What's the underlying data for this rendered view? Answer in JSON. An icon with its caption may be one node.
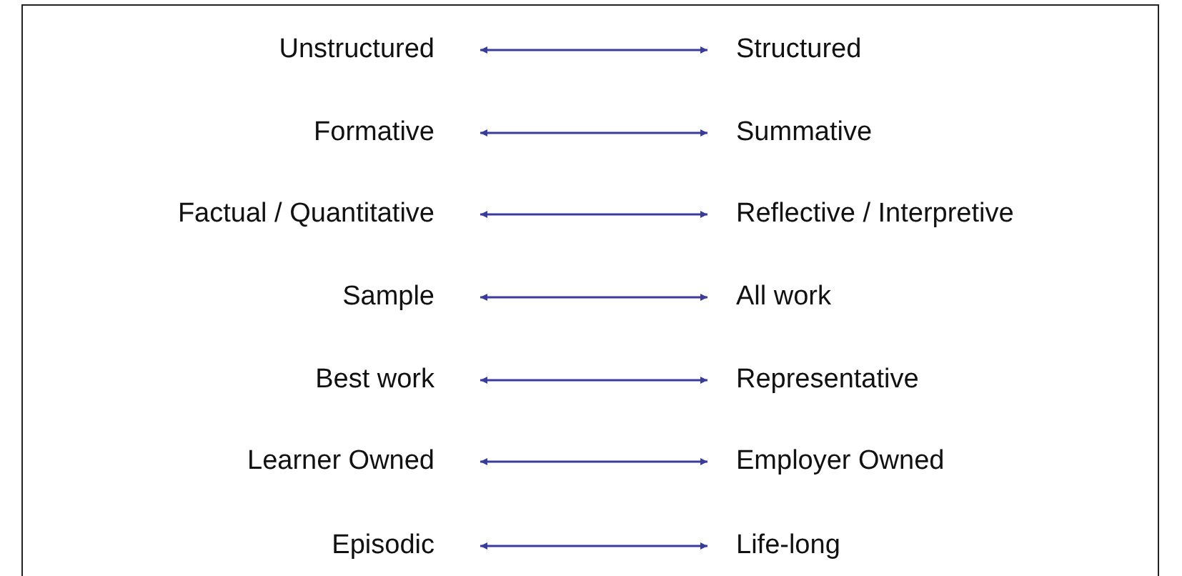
{
  "diagram": {
    "nodes": [
      {
        "text": [
          "Unstructured"
        ]
      },
      {
        "text": [
          "Structured"
        ]
      },
      {
        "text": [
          "Formative"
        ]
      },
      {
        "text": [
          "Summative"
        ]
      },
      {
        "text": [
          "Factual / Quantitative"
        ]
      },
      {
        "text": [
          "Reflective / Interpretive"
        ]
      },
      {
        "text": [
          "Sample"
        ]
      },
      {
        "text": [
          "All work"
        ]
      },
      {
        "text": [
          "Best work"
        ]
      },
      {
        "text": [
          "Representative"
        ]
      },
      {
        "text": [
          "Learner Owned"
        ]
      },
      {
        "text": [
          "Employer Owned"
        ]
      },
      {
        "text": [
          "Episodic"
        ]
      },
      {
        "text": [
          "Life-long"
        ]
      }
    ],
    "edges": [
      {
        "from": 0,
        "to": 1,
        "arrow": "both"
      },
      {
        "from": 2,
        "to": 3,
        "arrow": "both"
      },
      {
        "from": 4,
        "to": 5,
        "arrow": "both"
      },
      {
        "from": 6,
        "to": 7,
        "arrow": "both"
      },
      {
        "from": 8,
        "to": 9,
        "arrow": "both"
      },
      {
        "from": 10,
        "to": 11,
        "arrow": "both"
      },
      {
        "from": 12,
        "to": 13,
        "arrow": "both"
      }
    ]
  }
}
